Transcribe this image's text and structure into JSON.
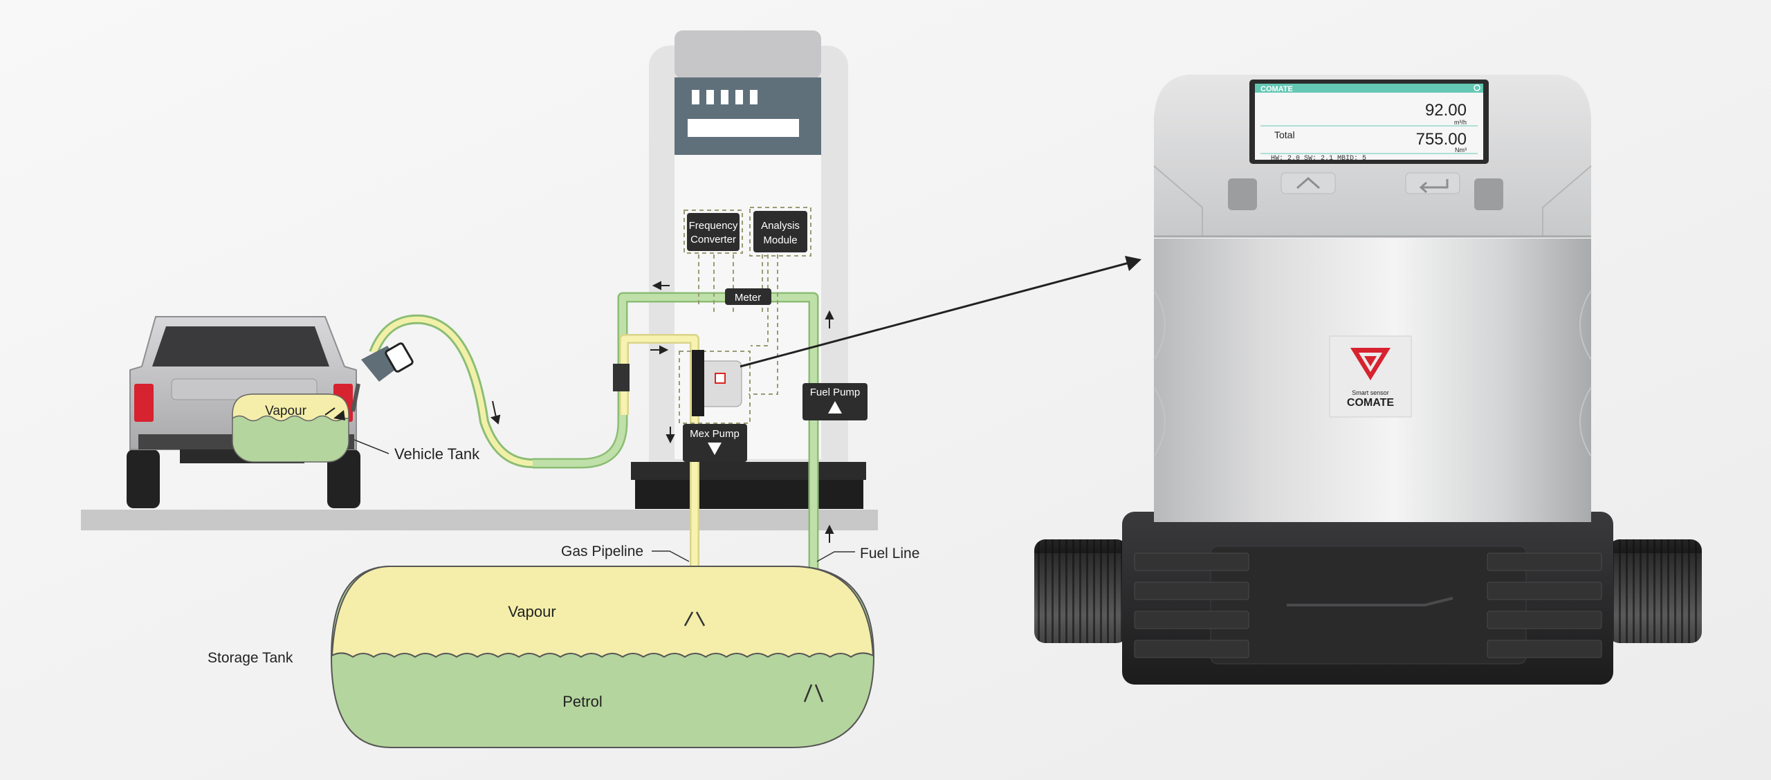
{
  "diagram": {
    "labels": {
      "vehicle_vapour": "Vapour",
      "vehicle_tank": "Vehicle Tank",
      "frequency_converter": [
        "Frequency",
        "Converter"
      ],
      "analysis_module": [
        "Analysis",
        "Module"
      ],
      "meter": "Meter",
      "fuel_pump": "Fuel Pump",
      "mex_pump": "Mex Pump",
      "gas_pipeline": "Gas Pipeline",
      "fuel_line": "Fuel Line",
      "storage_tank": "Storage Tank",
      "storage_vapour": "Vapour",
      "storage_petrol": "Petrol"
    }
  },
  "device": {
    "screen": {
      "brand": "COMATE",
      "flow_value": "92.00",
      "flow_unit": "m³/h",
      "total_label": "Total",
      "total_value": "755.00",
      "total_unit": "Nm³",
      "footer": "HW: 2.0 SW: 2.1 MBID: 5"
    },
    "badge": {
      "tagline": "Smart sensor",
      "name": "COMATE"
    }
  },
  "colors": {
    "vapour": "#f4eeaa",
    "petrol": "#b4d59d",
    "fuel_line": "#a5cf8c",
    "gas_pipe": "#f0ec9c",
    "label_box": "#2d2d2d",
    "accent_red": "#d7222f",
    "screen_teal": "#64c8b4"
  }
}
